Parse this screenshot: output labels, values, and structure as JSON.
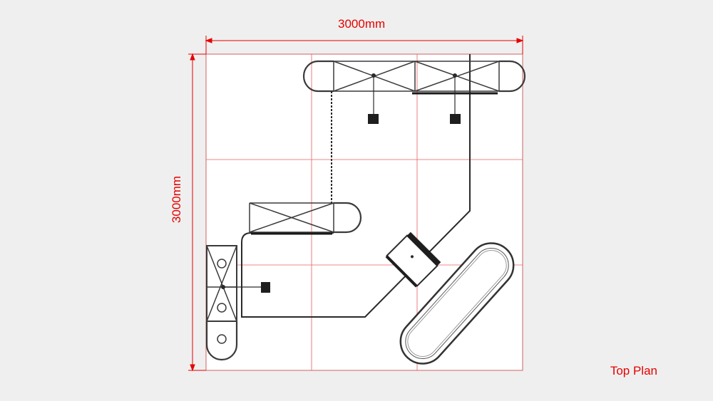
{
  "diagram": {
    "width_label": "3000mm",
    "height_label": "3000mm",
    "title": "Top Plan"
  },
  "colors": {
    "background": "#efefef",
    "dimension": "#e60000",
    "structure": "#2a2a2a",
    "fill": "#ffffff"
  }
}
